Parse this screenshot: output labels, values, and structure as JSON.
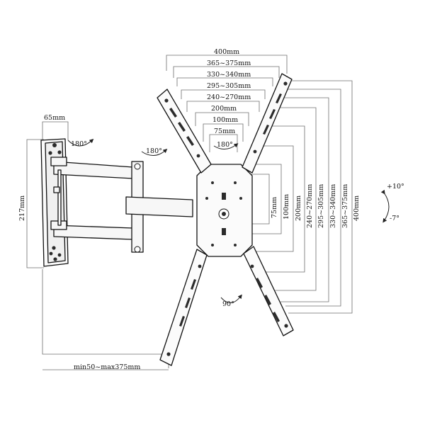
{
  "vesa_widths": [
    "400mm",
    "365~375mm",
    "330~340mm",
    "295~305mm",
    "240~270mm",
    "200mm",
    "100mm",
    "75mm"
  ],
  "vesa_heights": [
    "75mm",
    "100mm",
    "200mm",
    "240~270mm",
    "295~305mm",
    "330~340mm",
    "365~375mm",
    "400mm"
  ],
  "wall_plate_width": "65mm",
  "wall_plate_height": "217mm",
  "extension_range": "min50~max375mm",
  "swivel_angles": [
    "180°",
    "180°",
    "180°"
  ],
  "rotation_angle": "90°",
  "tilt_up": "+10°",
  "tilt_down": "-7°"
}
